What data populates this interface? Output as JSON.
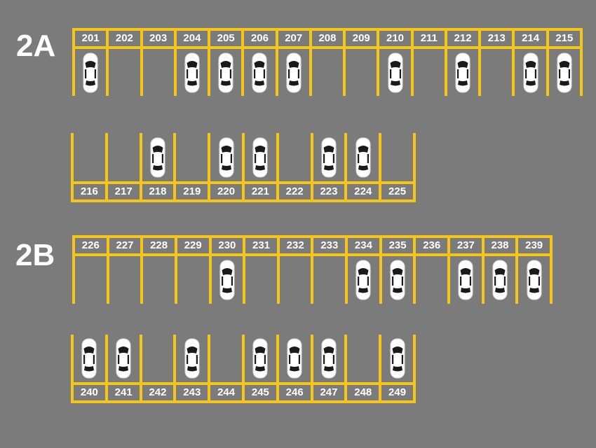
{
  "zones": [
    {
      "label": "2A",
      "rows": [
        {
          "spots": [
            {
              "number": "201",
              "occupied": true
            },
            {
              "number": "202",
              "occupied": false
            },
            {
              "number": "203",
              "occupied": false
            },
            {
              "number": "204",
              "occupied": true
            },
            {
              "number": "205",
              "occupied": true
            },
            {
              "number": "206",
              "occupied": true
            },
            {
              "number": "207",
              "occupied": true
            },
            {
              "number": "208",
              "occupied": false
            },
            {
              "number": "209",
              "occupied": false
            },
            {
              "number": "210",
              "occupied": true
            },
            {
              "number": "211",
              "occupied": false
            },
            {
              "number": "212",
              "occupied": true
            },
            {
              "number": "213",
              "occupied": false
            },
            {
              "number": "214",
              "occupied": true
            },
            {
              "number": "215",
              "occupied": true
            }
          ]
        },
        {
          "spots": [
            {
              "number": "216",
              "occupied": false
            },
            {
              "number": "217",
              "occupied": false
            },
            {
              "number": "218",
              "occupied": true
            },
            {
              "number": "219",
              "occupied": false
            },
            {
              "number": "220",
              "occupied": true
            },
            {
              "number": "221",
              "occupied": true
            },
            {
              "number": "222",
              "occupied": false
            },
            {
              "number": "223",
              "occupied": true
            },
            {
              "number": "224",
              "occupied": true
            },
            {
              "number": "225",
              "occupied": false
            }
          ]
        }
      ]
    },
    {
      "label": "2B",
      "rows": [
        {
          "spots": [
            {
              "number": "226",
              "occupied": false
            },
            {
              "number": "227",
              "occupied": false
            },
            {
              "number": "228",
              "occupied": false
            },
            {
              "number": "229",
              "occupied": false
            },
            {
              "number": "230",
              "occupied": true
            },
            {
              "number": "231",
              "occupied": false
            },
            {
              "number": "232",
              "occupied": false
            },
            {
              "number": "233",
              "occupied": false
            },
            {
              "number": "234",
              "occupied": true
            },
            {
              "number": "235",
              "occupied": true
            },
            {
              "number": "236",
              "occupied": false
            },
            {
              "number": "237",
              "occupied": true
            },
            {
              "number": "238",
              "occupied": true
            },
            {
              "number": "239",
              "occupied": true
            }
          ]
        },
        {
          "spots": [
            {
              "number": "240",
              "occupied": true
            },
            {
              "number": "241",
              "occupied": true
            },
            {
              "number": "242",
              "occupied": false
            },
            {
              "number": "243",
              "occupied": true
            },
            {
              "number": "244",
              "occupied": false
            },
            {
              "number": "245",
              "occupied": true
            },
            {
              "number": "246",
              "occupied": true
            },
            {
              "number": "247",
              "occupied": true
            },
            {
              "number": "248",
              "occupied": false
            },
            {
              "number": "249",
              "occupied": true
            }
          ]
        }
      ]
    }
  ],
  "colors": {
    "asphalt": "#7b7b7b",
    "line": "#f5c518",
    "text": "#ffffff",
    "car_body": "#ffffff",
    "car_glass": "#1a1a1a"
  }
}
